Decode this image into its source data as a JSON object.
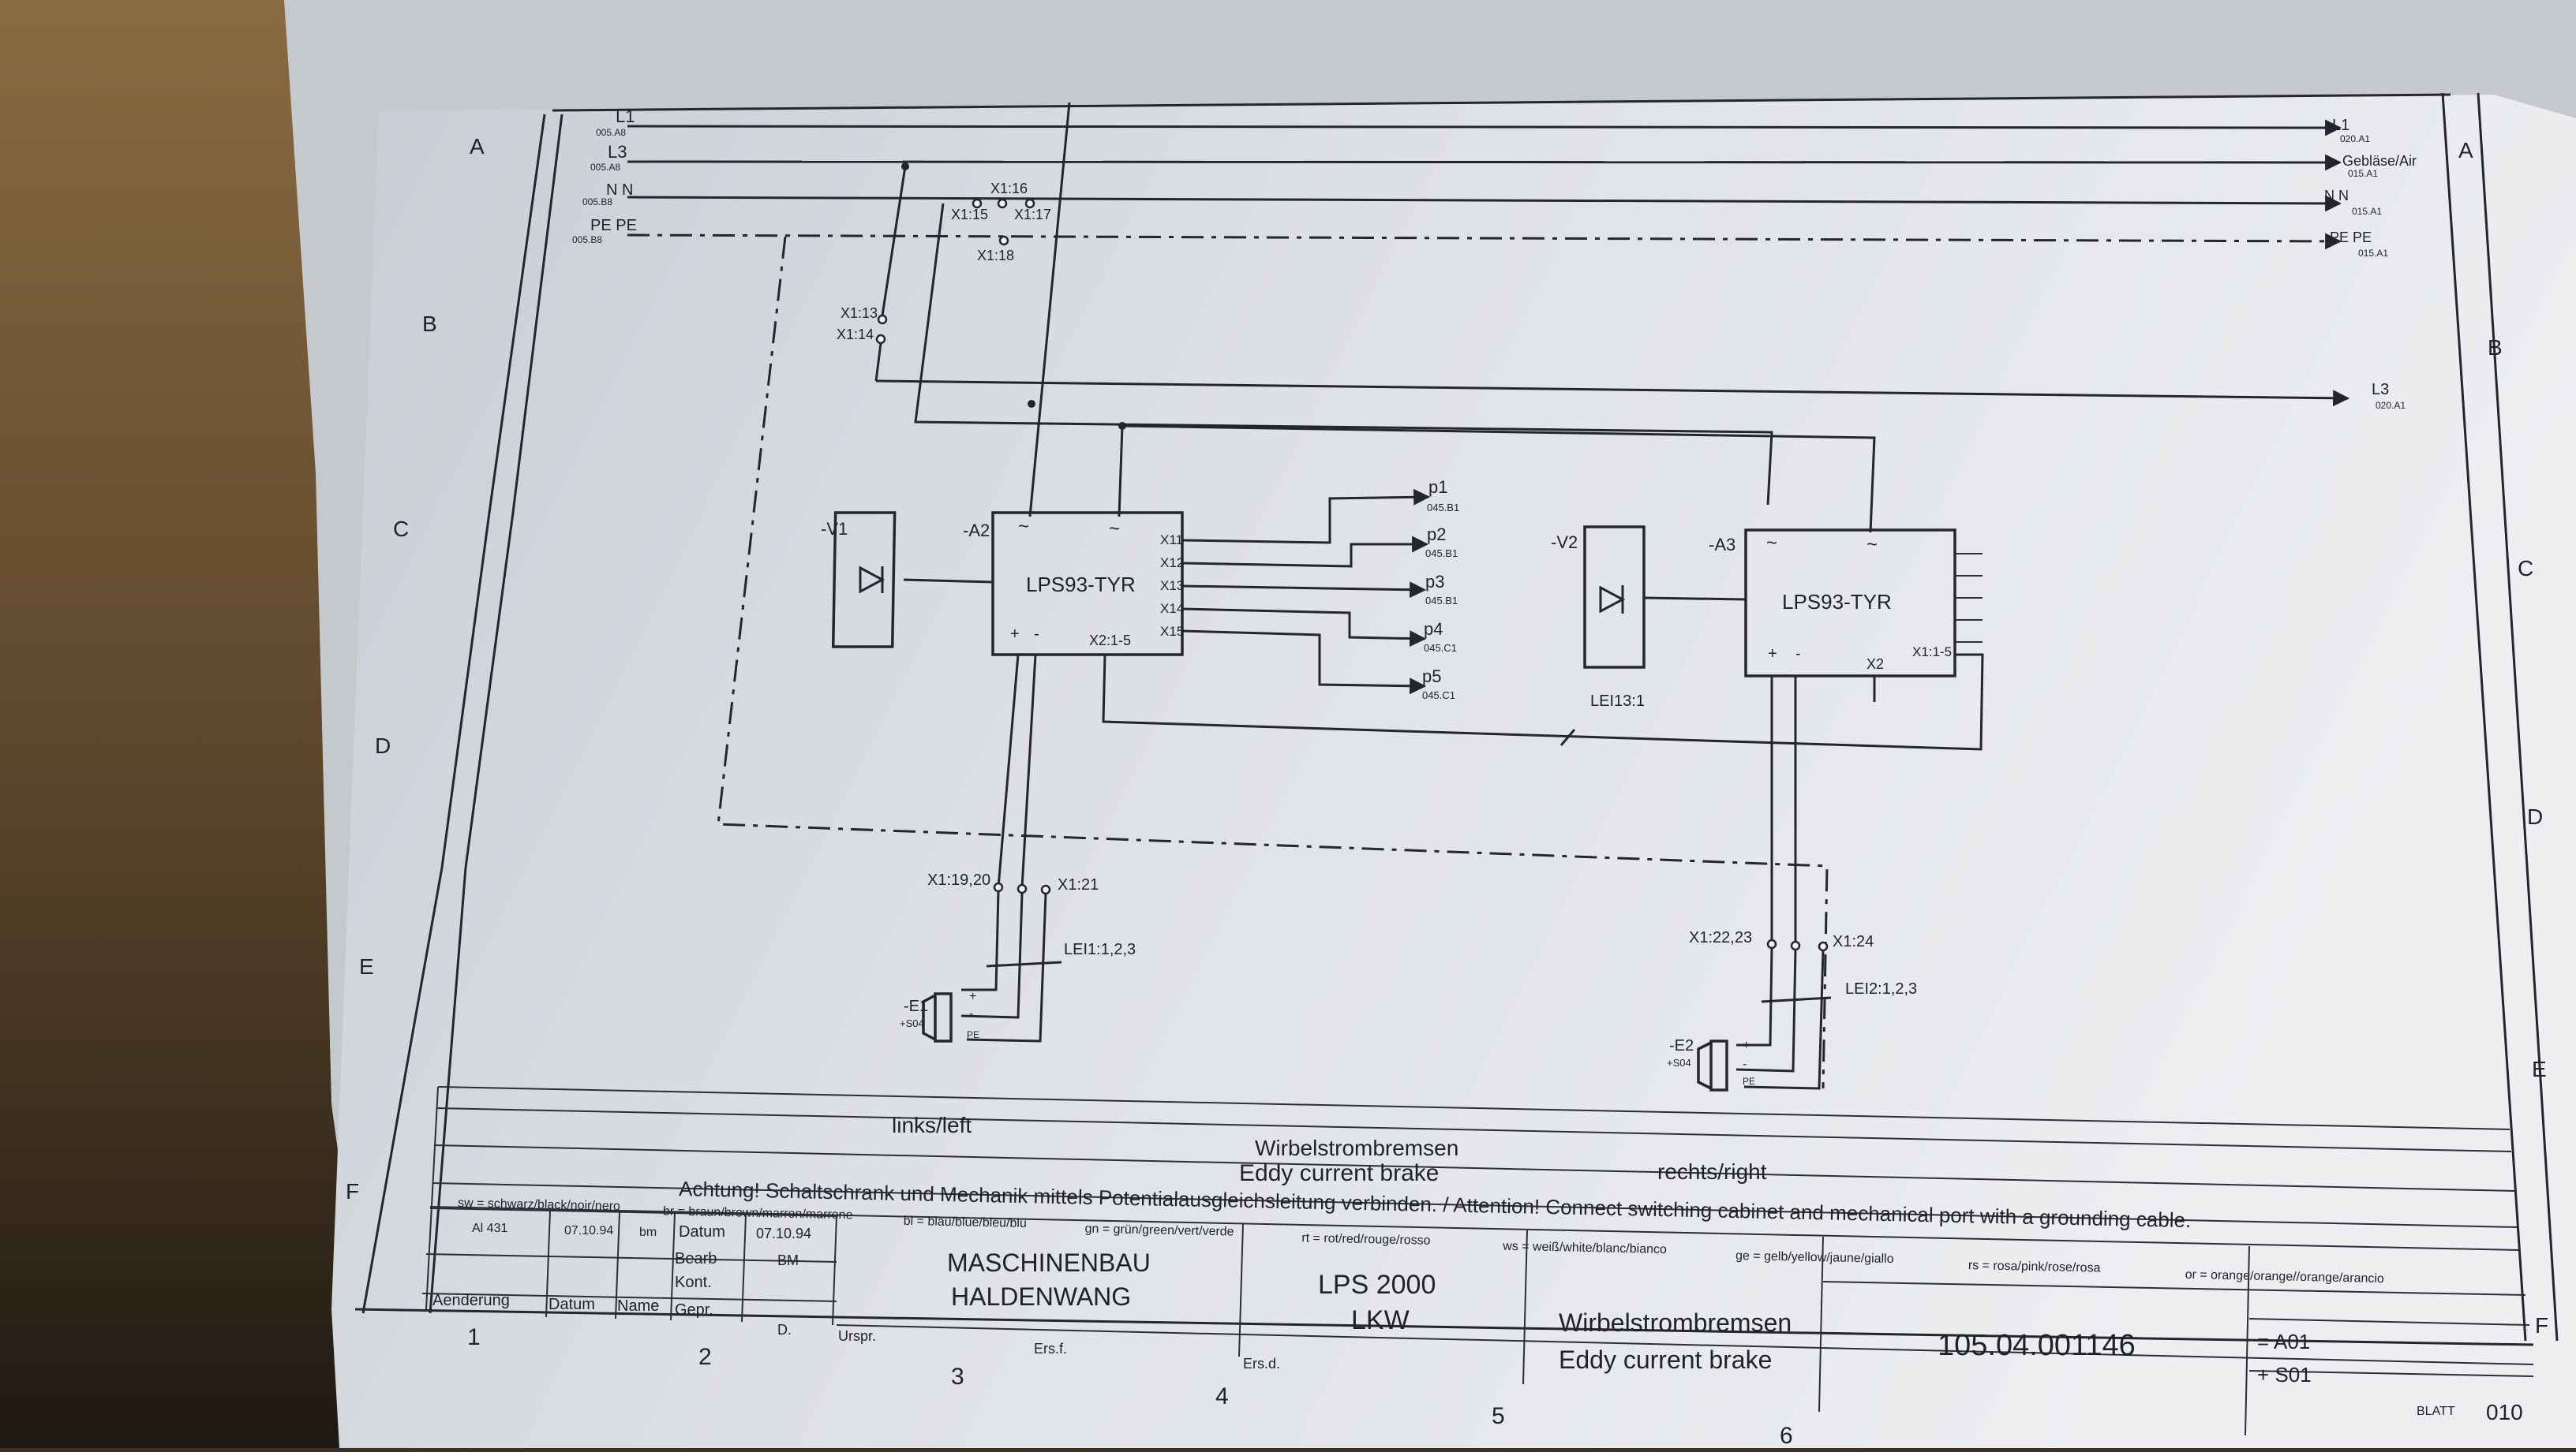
{
  "sheet": {
    "row_markers": [
      "A",
      "B",
      "C",
      "D",
      "E",
      "F"
    ],
    "col_markers": [
      "1",
      "2",
      "3",
      "4",
      "5",
      "6"
    ]
  },
  "buses": {
    "l1": {
      "name": "L1",
      "ref_left": "005.A8",
      "end_name": "L1",
      "ref_right": "020.A1"
    },
    "l3": {
      "name": "L3",
      "ref_left": "005.A8",
      "end_name": "Gebläse/Air",
      "ref_right": "015.A1"
    },
    "n": {
      "name": "N N",
      "ref_left": "005.B8",
      "end_name": "N  N",
      "ref_right": "015.A1"
    },
    "pe": {
      "name": "PE PE",
      "ref_left": "005.B8",
      "end_name": "PE PE",
      "ref_right": "015.A1"
    },
    "l3b": {
      "end_name": "L3",
      "ref_right": "020.A1"
    }
  },
  "terminals": {
    "x1_16": "X1:16",
    "x1_15": "X1:15",
    "x1_17": "X1:17",
    "x1_18": "X1:18",
    "x1_13": "X1:13",
    "x1_14": "X1:14",
    "x1_19_20": "X1:19,20",
    "x1_21": "X1:21",
    "x1_22_23": "X1:22,23",
    "x1_24": "X1:24"
  },
  "modules": {
    "v1": "-V1",
    "v2": "-V2",
    "lei13": "LEI13:1",
    "a2": {
      "tag": "-A2",
      "name": "LPS93-TYR",
      "plus": "+",
      "minus": "-",
      "x2": "X2:1-5",
      "outputs": [
        "X11",
        "X12",
        "X13",
        "X14",
        "X15"
      ]
    },
    "a3": {
      "tag": "-A3",
      "name": "LPS93-TYR",
      "plus": "+",
      "minus": "-",
      "x2": "X2",
      "x1": "X1:1-5"
    },
    "tilde": "~"
  },
  "signals": [
    {
      "name": "p1",
      "ref": "045.B1"
    },
    {
      "name": "p2",
      "ref": "045.B1"
    },
    {
      "name": "p3",
      "ref": "045.B1"
    },
    {
      "name": "p4",
      "ref": "045.C1"
    },
    {
      "name": "p5",
      "ref": "045.C1"
    }
  ],
  "brakes": {
    "e1": {
      "tag": "-E1",
      "loc": "+S04",
      "cable": "LEI1:1,2,3"
    },
    "e2": {
      "tag": "-E2",
      "loc": "+S04",
      "cable": "LEI2:1,2,3"
    },
    "plus": "+",
    "minus": "-",
    "pe": "PE"
  },
  "titles": {
    "left": "links/left",
    "center_de": "Wirbelstrombremsen",
    "center_en": "Eddy current brake",
    "right": "rechts/right",
    "warning": "Achtung! Schaltschrank und Mechanik mittels Potentialausgleichsleitung verbinden.  /  Attention! Connect switching cabinet and mechanical port with a grounding cable."
  },
  "color_codes": [
    "sw = schwarz/black/noir/nero",
    "br = braun/brown/marron/marrone",
    "bl = blau/blue/bleu/blu",
    "gn = grün/green/vert/verde",
    "rt = rot/red/rouge/rosso",
    "ws = weiß/white/blanc/bianco",
    "ge = gelb/yellow/jaune/giallo",
    "rs = rosa/pink/rose/rosa",
    "or = orange/orange//orange/arancio"
  ],
  "title_block": {
    "rev": "Al 431",
    "rev_date": "07.10.94",
    "rev_name": "bm",
    "datum_label": "Datum",
    "datum_value": "07.10.94",
    "bearb_label": "Bearb",
    "bearb_value": "BM",
    "kont_label": "Kont.",
    "gepr_label": "Gepr.",
    "gepr_value": "D.",
    "aenderung": "Aenderung",
    "datum_col": "Datum",
    "name_col": "Name",
    "company_1": "MASCHINENBAU",
    "company_2": "HALDENWANG",
    "product_1": "LPS 2000",
    "product_2": "LKW",
    "desc_1": "Wirbelstrombremsen",
    "desc_2": "Eddy current brake",
    "drawing_no": "105.04.001146",
    "plus_a": "= A01",
    "plus_s": "+ S01",
    "urspr": "Urspr.",
    "ersf": "Ers.f.",
    "ersd": "Ers.d.",
    "blatt_label": "BLATT",
    "blatt_value": "010"
  }
}
